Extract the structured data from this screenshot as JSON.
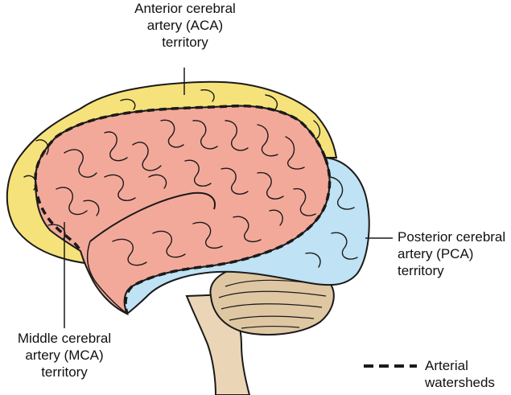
{
  "labels": {
    "aca": [
      "Anterior cerebral",
      "artery (ACA)",
      "territory"
    ],
    "mca": [
      "Middle cerebral",
      "artery (MCA)",
      "territory"
    ],
    "pca": [
      "Posterior cerebral",
      "artery (PCA)",
      "territory"
    ]
  },
  "legend": {
    "watershed": [
      "Arterial",
      "watersheds"
    ]
  },
  "colors": {
    "aca_territory": "#f6e27a",
    "mca_territory": "#f3a99a",
    "pca_territory": "#bfe2f4",
    "cerebellum": "#dfc7a3",
    "brainstem": "#ead6b6",
    "outline": "#1a1a1a"
  }
}
